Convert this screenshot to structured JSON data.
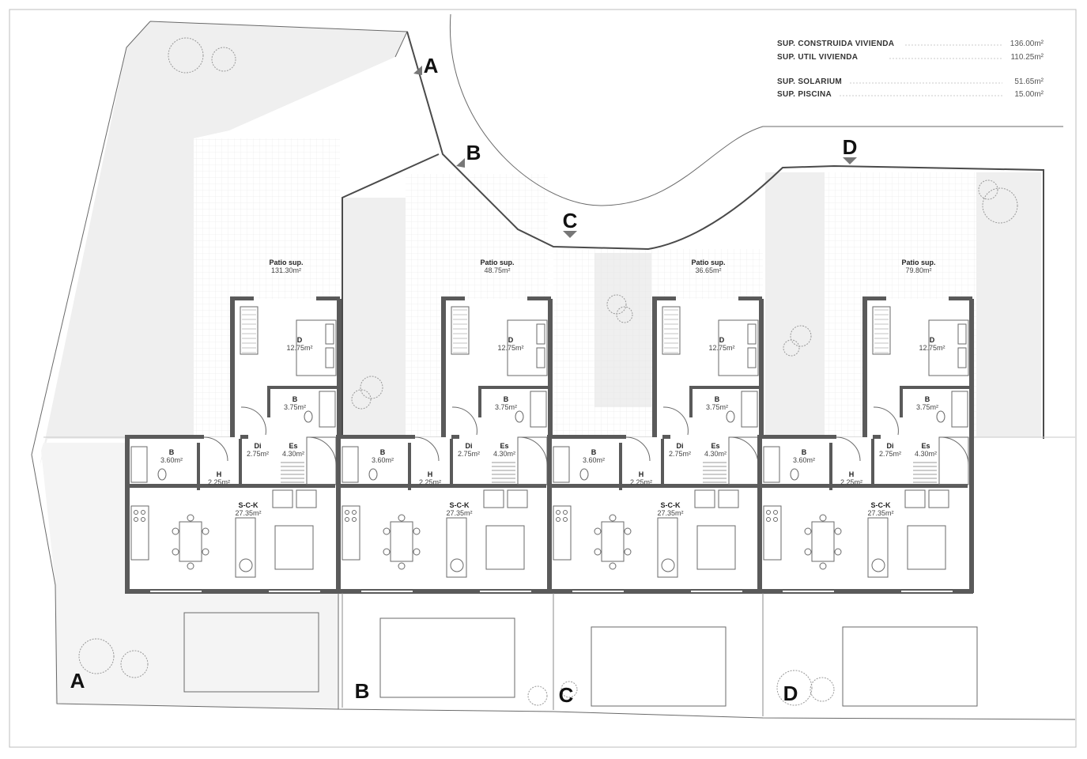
{
  "summary": [
    {
      "label": "SUP. CONSTRUIDA VIVIENDA",
      "value": "136.00m²"
    },
    {
      "label": "SUP. UTIL VIVIENDA",
      "value": "110.25m²"
    },
    {
      "label": "SUP. SOLARIUM",
      "value": "51.65m²"
    },
    {
      "label": "SUP. PISCINA",
      "value": "15.00m²"
    }
  ],
  "patios": [
    {
      "label": "Patio sup.",
      "area": "131.30m²"
    },
    {
      "label": "Patio sup.",
      "area": "48.75m²"
    },
    {
      "label": "Patio sup.",
      "area": "36.65m²"
    },
    {
      "label": "Patio sup.",
      "area": "79.80m²"
    }
  ],
  "rooms": {
    "d_label": "D",
    "d_area": "12.75m²",
    "b1_label": "B",
    "b1_area": "3.75m²",
    "b2_label": "B",
    "b2_area": "3.60m²",
    "di_label": "Di",
    "di_area": "2.75m²",
    "es_label": "Es",
    "es_area": "4.30m²",
    "h_label": "H",
    "h_area": "2.25m²",
    "sck_label": "S-C-K",
    "sck_area": "27.35m²"
  },
  "units": [
    "A",
    "B",
    "C",
    "D"
  ]
}
